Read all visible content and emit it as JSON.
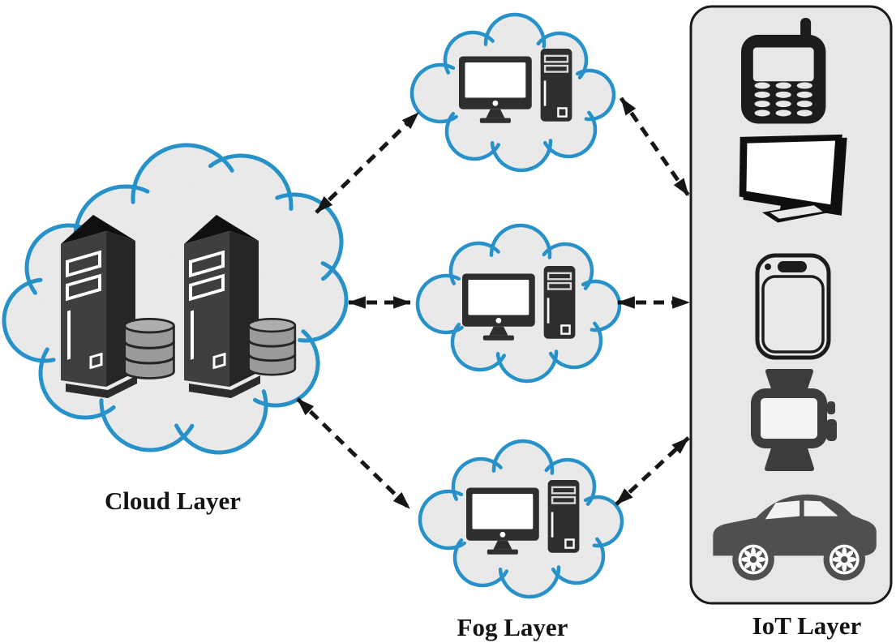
{
  "title": "Cloud - Fog - IoT three-layer architecture diagram",
  "layers": {
    "cloud": {
      "label": "Cloud Layer",
      "contents": [
        "server-tower",
        "server-tower",
        "database-cylinder",
        "database-cylinder"
      ]
    },
    "fog": {
      "label": "Fog Layer",
      "node_count": 3,
      "node_contents": [
        "desktop-monitor",
        "pc-tower"
      ]
    },
    "iot": {
      "label": "IoT Layer",
      "devices": [
        "feature-phone",
        "tv-monitor",
        "smartphone",
        "smartwatch",
        "car"
      ]
    }
  },
  "connections": [
    {
      "from": "cloud-layer",
      "to": "fog-node-1",
      "type": "bidirectional-dashed-arrow"
    },
    {
      "from": "cloud-layer",
      "to": "fog-node-2",
      "type": "bidirectional-dashed-arrow"
    },
    {
      "from": "cloud-layer",
      "to": "fog-node-3",
      "type": "bidirectional-dashed-arrow"
    },
    {
      "from": "fog-node-1",
      "to": "iot-layer",
      "type": "bidirectional-dashed-arrow"
    },
    {
      "from": "fog-node-2",
      "to": "iot-layer",
      "type": "bidirectional-dashed-arrow"
    },
    {
      "from": "fog-node-3",
      "to": "iot-layer",
      "type": "bidirectional-dashed-arrow"
    }
  ],
  "colors": {
    "background": "#ffffff",
    "cloud_outline": "#2791c9",
    "cloud_fill": "#e9e9e9",
    "panel_fill": "#e7e7e7",
    "panel_outline": "#1a1a1a",
    "icon_dark": "#1c1c1c",
    "desktop_icon": "#2e2e2e",
    "watch_gray": "#3c3c3c",
    "car_gray": "#4f4f4f",
    "server_front": "#3f3f3f",
    "database_gray": "#9a9a9a",
    "arrow": "#161616",
    "label_text": "#141414"
  }
}
